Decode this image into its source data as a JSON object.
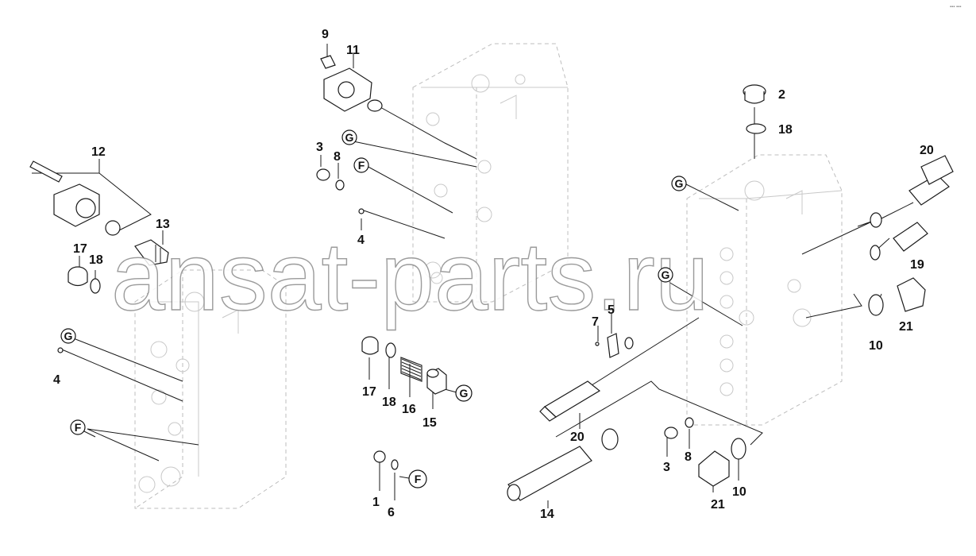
{
  "watermark": "ansat-parts.ru",
  "corner_mark": "▪▪▪ ▪▪▪",
  "callouts": {
    "p1": "1",
    "p2": "2",
    "p3a": "3",
    "p3b": "3",
    "p4a": "4",
    "p4b": "4",
    "p5": "5",
    "p6": "6",
    "p7": "7",
    "p8a": "8",
    "p8b": "8",
    "p9": "9",
    "p10a": "10",
    "p10b": "10",
    "p11": "11",
    "p12": "12",
    "p13": "13",
    "p14": "14",
    "p15": "15",
    "p16": "16",
    "p17a": "17",
    "p17b": "17",
    "p18a": "18",
    "p18b": "18",
    "p18c": "18",
    "p19": "19",
    "p20a": "20",
    "p20b": "20",
    "p21a": "21",
    "p21b": "21"
  },
  "refs": {
    "g1": "G",
    "g2": "G",
    "g3": "G",
    "g4": "G",
    "g5": "G",
    "f1": "F",
    "f2": "F",
    "f3": "F"
  }
}
